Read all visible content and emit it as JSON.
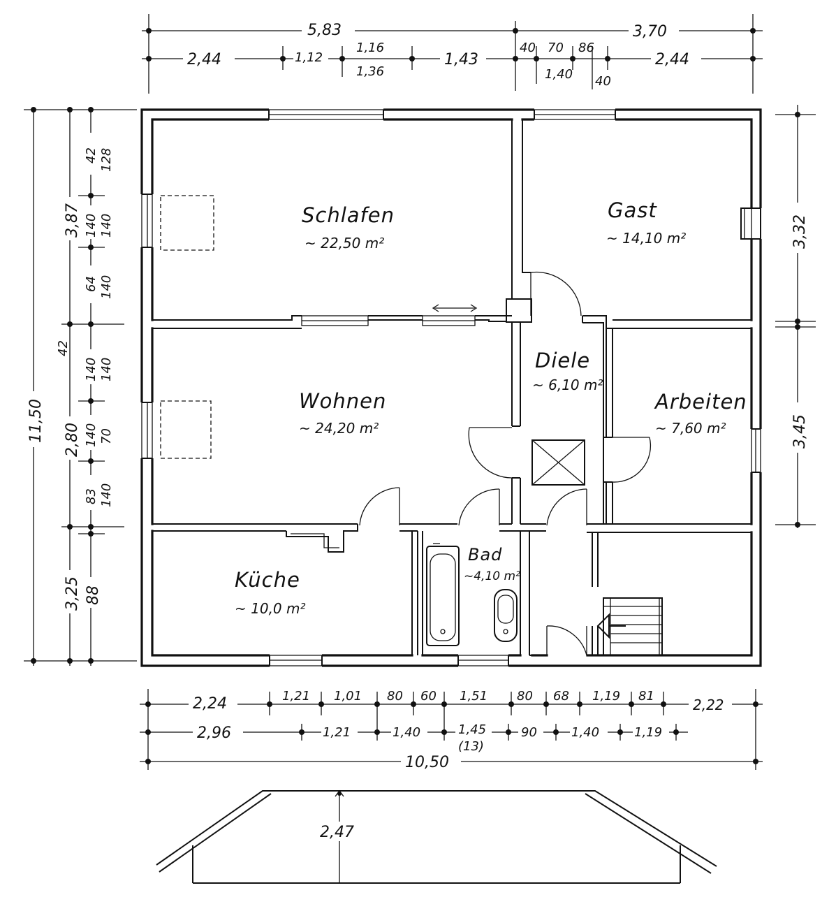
{
  "rooms": {
    "schlafen": {
      "name": "Schlafen",
      "area": "~ 22,50 m²"
    },
    "gast": {
      "name": "Gast",
      "area": "~ 14,10 m²"
    },
    "wohnen": {
      "name": "Wohnen",
      "area": "~ 24,20 m²"
    },
    "diele": {
      "name": "Diele",
      "area": "~ 6,10 m²"
    },
    "arbeiten": {
      "name": "Arbeiten",
      "area": "~ 7,60 m²"
    },
    "kueche": {
      "name": "Küche",
      "area": "~ 10,0 m²"
    },
    "bad": {
      "name": "Bad",
      "area": "~4,10 m²"
    }
  },
  "dims": {
    "top_total": [
      "5,83",
      "3,70"
    ],
    "top_row2": [
      "2,44",
      "1,12",
      "1,16",
      "1,36",
      "1,43",
      "40",
      "70",
      "86",
      "1,40",
      "40",
      "2,44"
    ],
    "left_total": "11,50",
    "left_col1": [
      "3,87",
      "2,80",
      "3,25"
    ],
    "left_col2": [
      "42",
      "128",
      "140",
      "140",
      "64",
      "140",
      "42",
      "140",
      "140",
      "140",
      "70",
      "83",
      "140",
      "88"
    ],
    "right_col": [
      "3,32",
      "3,45"
    ],
    "bottom_row1": [
      "2,24",
      "1,21",
      "1,01",
      "80",
      "60",
      "1,51",
      "80",
      "68",
      "1,19",
      "81",
      "2,22"
    ],
    "bottom_row2": [
      "2,96",
      "1,21",
      "1,40",
      "1,45",
      "(13)",
      "90",
      "1,40",
      "1,19"
    ],
    "bottom_total": "10,50",
    "roof_height": "2,47"
  }
}
